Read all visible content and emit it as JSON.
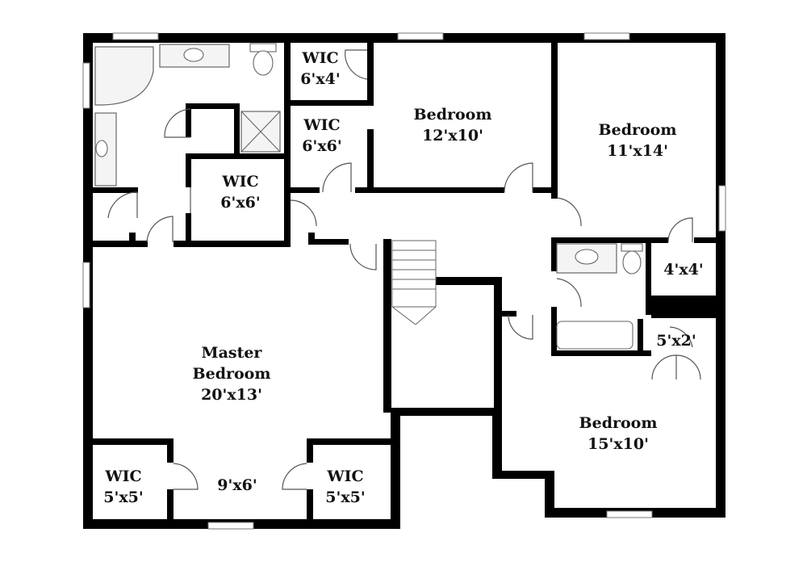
{
  "rooms": {
    "wic_top": {
      "name": "WIC",
      "size": "6'x4'"
    },
    "wic_mid": {
      "name": "WIC",
      "size": "6'x6'"
    },
    "wic_bath": {
      "name": "WIC",
      "size": "6'x6'"
    },
    "bedroom_a": {
      "name": "Bedroom",
      "size": "12'x10'"
    },
    "bedroom_b": {
      "name": "Bedroom",
      "size": "11'x14'"
    },
    "closet_4x4": {
      "size": "4'x4'"
    },
    "closet_5x2": {
      "size": "5'x2'"
    },
    "master": {
      "name_line1": "Master",
      "name_line2": "Bedroom",
      "size": "20'x13'"
    },
    "bedroom_c": {
      "name": "Bedroom",
      "size": "15'x10'"
    },
    "wic_left": {
      "name": "WIC",
      "size": "5'x5'"
    },
    "wic_right": {
      "name": "WIC",
      "size": "5'x5'"
    },
    "hall": {
      "size": "9'x6'"
    }
  },
  "icons": [
    "door-swing-icon",
    "window-icon",
    "bathtub-icon",
    "sink-icon",
    "toilet-icon",
    "shower-icon",
    "stairs-icon"
  ]
}
